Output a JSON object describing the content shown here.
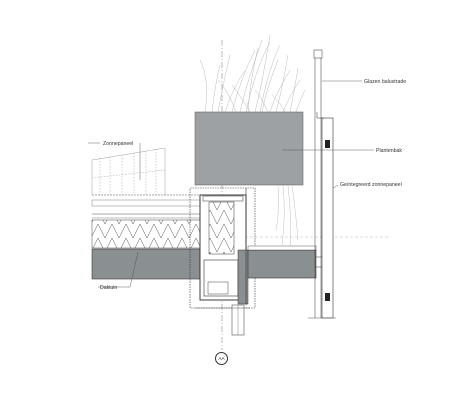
{
  "labels": {
    "glass_balustrade": "Glazen balustrade",
    "planter": "Plantenbak",
    "integrated_panel": "Geïntegreerd zonnepaneel",
    "solar_panel": "Zonnepaneel",
    "roof_edge": "Dakluin"
  },
  "section_mark": "AA",
  "colors": {
    "concrete": "#8a8f91",
    "planter": "#9da1a3",
    "line": "#3a3a3a",
    "thin": "#9a9a9a"
  }
}
